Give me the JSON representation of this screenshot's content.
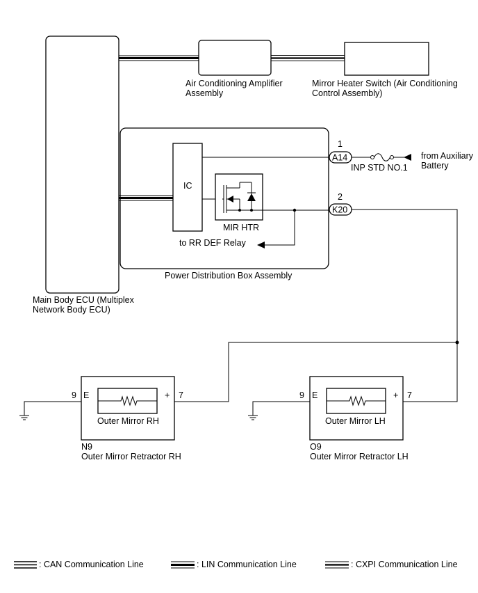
{
  "components": {
    "main_body_ecu": {
      "line1": "Main Body ECU (Multiplex",
      "line2": "Network Body ECU)"
    },
    "ac_amplifier": {
      "line1": "Air Conditioning Amplifier",
      "line2": "Assembly"
    },
    "mirror_heater_switch": {
      "line1": "Mirror Heater Switch (Air Conditioning",
      "line2": "Control Assembly)"
    },
    "power_distribution_box": {
      "label": "Power Distribution Box Assembly",
      "ic": "IC",
      "mir_htr": "MIR HTR",
      "to_rr_def": "to RR DEF Relay"
    },
    "connectors": {
      "a14": {
        "code": "A14",
        "pin": "1"
      },
      "k20": {
        "code": "K20",
        "pin": "2"
      }
    },
    "fuse": {
      "label": "INP STD NO.1"
    },
    "battery": {
      "line1": "from Auxiliary",
      "line2": "Battery"
    },
    "retractor_rh": {
      "code": "N9",
      "name": "Outer Mirror Retractor RH",
      "inner": "Outer Mirror RH",
      "pin_e": "9",
      "e_label": "E",
      "pin_plus": "7",
      "plus_label": "+"
    },
    "retractor_lh": {
      "code": "O9",
      "name": "Outer Mirror Retractor LH",
      "inner": "Outer Mirror LH",
      "pin_e": "9",
      "e_label": "E",
      "pin_plus": "7",
      "plus_label": "+"
    }
  },
  "legend": {
    "can": ": CAN Communication Line",
    "lin": ": LIN Communication Line",
    "cxpi": ": CXPI Communication Line"
  }
}
